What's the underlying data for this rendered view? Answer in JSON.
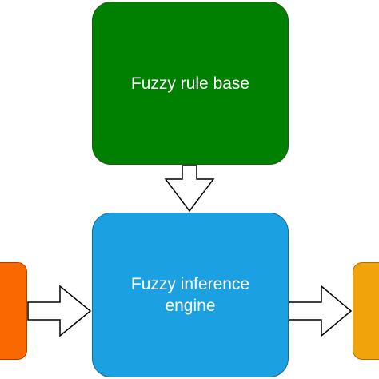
{
  "diagram": {
    "nodes": [
      {
        "id": "rule-base",
        "label": "Fuzzy rule base",
        "color": "#008000"
      },
      {
        "id": "inference-engine",
        "label": "Fuzzy inference\nengine",
        "color": "#1ba1e2"
      },
      {
        "id": "left-box",
        "label": "",
        "color": "#fa6800"
      },
      {
        "id": "right-box",
        "label": "",
        "color": "#f0a30a"
      }
    ],
    "edges": [
      {
        "from": "rule-base",
        "to": "inference-engine"
      },
      {
        "from": "left-box",
        "to": "inference-engine"
      },
      {
        "from": "inference-engine",
        "to": "right-box"
      }
    ]
  }
}
